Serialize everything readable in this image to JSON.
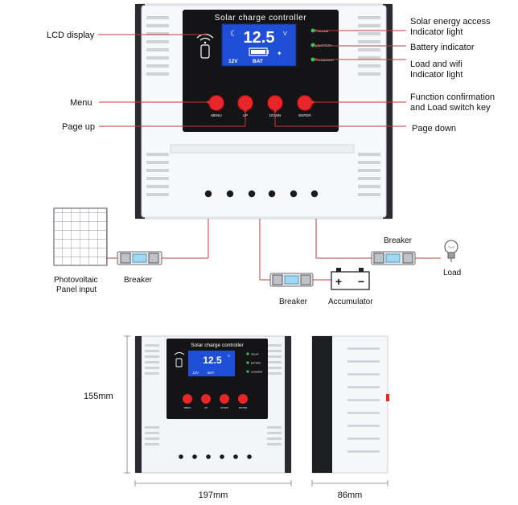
{
  "controller": {
    "title": "Solar charge controller",
    "lcd_value": "12.5",
    "lcd_unit": "V",
    "lcd_voltage": "12V",
    "lcd_bat": "BAT",
    "indicators": [
      "SOLAR",
      "BATTERY",
      "LOAD/WIFI"
    ],
    "buttons": [
      "MENU",
      "UP",
      "DOWN",
      "ENTER"
    ]
  },
  "callouts": {
    "lcd_display": "LCD display",
    "menu": "Menu",
    "page_up": "Page up",
    "solar_access": [
      "Solar energy access",
      "Indicator light"
    ],
    "battery_indicator": "Battery indicator",
    "load_wifi": [
      "Load and wifi",
      "Indicator light"
    ],
    "function_key": [
      "Function confirmation",
      "and Load switch key"
    ],
    "page_down": "Page down"
  },
  "wiring": {
    "pv_panel": [
      "Photovoltaic",
      "Panel input"
    ],
    "breaker_left": "Breaker",
    "breaker_mid": "Breaker",
    "accumulator": "Accumulator",
    "breaker_right": "Breaker",
    "load": "Load",
    "battery_plus": "+",
    "battery_minus": "−"
  },
  "dimensions": {
    "height": "155mm",
    "width": "197mm",
    "depth": "86mm"
  },
  "colors": {
    "button_red": "#e8262a",
    "lcd_blue": "#1f4fd6",
    "callout_line": "#c43c3c",
    "indicator_green": "#35c25a"
  }
}
